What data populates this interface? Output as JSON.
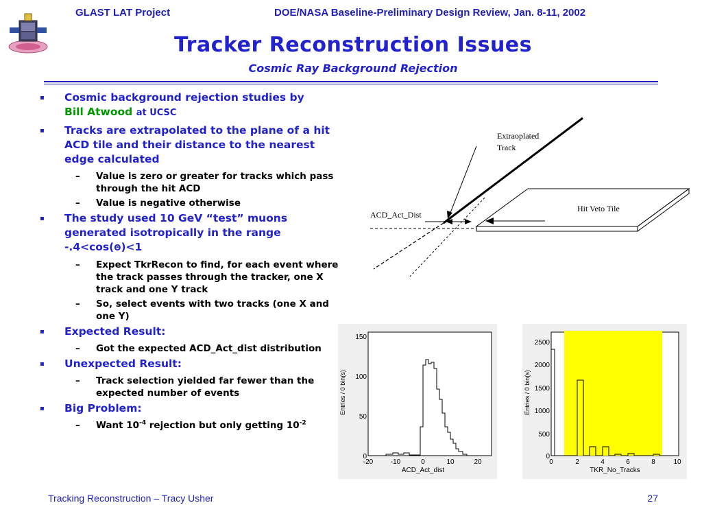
{
  "header": {
    "project": "GLAST LAT Project",
    "review": "DOE/NASA Baseline-Preliminary Design Review, Jan. 8-11, 2002"
  },
  "title": "Tracker Reconstruction Issues",
  "subtitle": "Cosmic Ray Background Rejection",
  "bullets": {
    "b1_text": "Cosmic background rejection studies by",
    "b1_name": "Bill Atwood",
    "b1_at": "at UCSC",
    "b2": "Tracks are extrapolated to the plane of a hit ACD tile and their distance to the nearest edge calculated",
    "b2_s1": "Value is zero or greater for tracks which pass through the hit ACD",
    "b2_s2": "Value is negative otherwise",
    "b3_pre": "The study used 10 GeV “test” muons generated isotropically in the range -.4<cos(",
    "b3_theta": "Θ",
    "b3_post": ")<1",
    "b3_s1": "Expect TkrRecon to find, for each event where the track passes through the tracker, one X track and one Y track",
    "b3_s2": "So, select events with two tracks (one X and one Y)",
    "b4": "Expected Result:",
    "b4_s1": "Got the expected ACD_Act_dist distribution",
    "b5": "Unexpected Result:",
    "b5_s1": "Track selection yielded far fewer than the expected number of events",
    "b6": "Big Problem:",
    "b6_s1_a": "Want 10",
    "b6_s1_exp1": "-4",
    "b6_s1_b": " rejection but only getting 10",
    "b6_s1_exp2": "-2",
    "marker": "▪",
    "dash": "–"
  },
  "diagram": {
    "track_label_1": "Extraoplated",
    "track_label_2": "Track",
    "acd_label": "ACD_Act_Dist",
    "tile_label": "Hit Veto Tile"
  },
  "hist1": {
    "xlabel": "ACD_Act_dist",
    "ylabel": "Entries / 0 bin(s)",
    "xticks": [
      "-20",
      "-10",
      "0",
      "10",
      "20"
    ],
    "yticks": [
      "0",
      "50",
      "100",
      "150"
    ]
  },
  "hist2": {
    "xlabel": "TKR_No_Tracks",
    "ylabel": "Entries / 0 bin(s)",
    "xticks": [
      "0",
      "2",
      "4",
      "6",
      "8",
      "10"
    ],
    "yticks": [
      "0",
      "500",
      "1000",
      "1500",
      "2000",
      "2500"
    ],
    "highlight_color": "#ffff00"
  },
  "footer": {
    "left": "Tracking Reconstruction – Tracy Usher",
    "page": "27"
  },
  "colors": {
    "heading": "#2222cc",
    "header": "#1f1fb4",
    "name": "#009900"
  }
}
